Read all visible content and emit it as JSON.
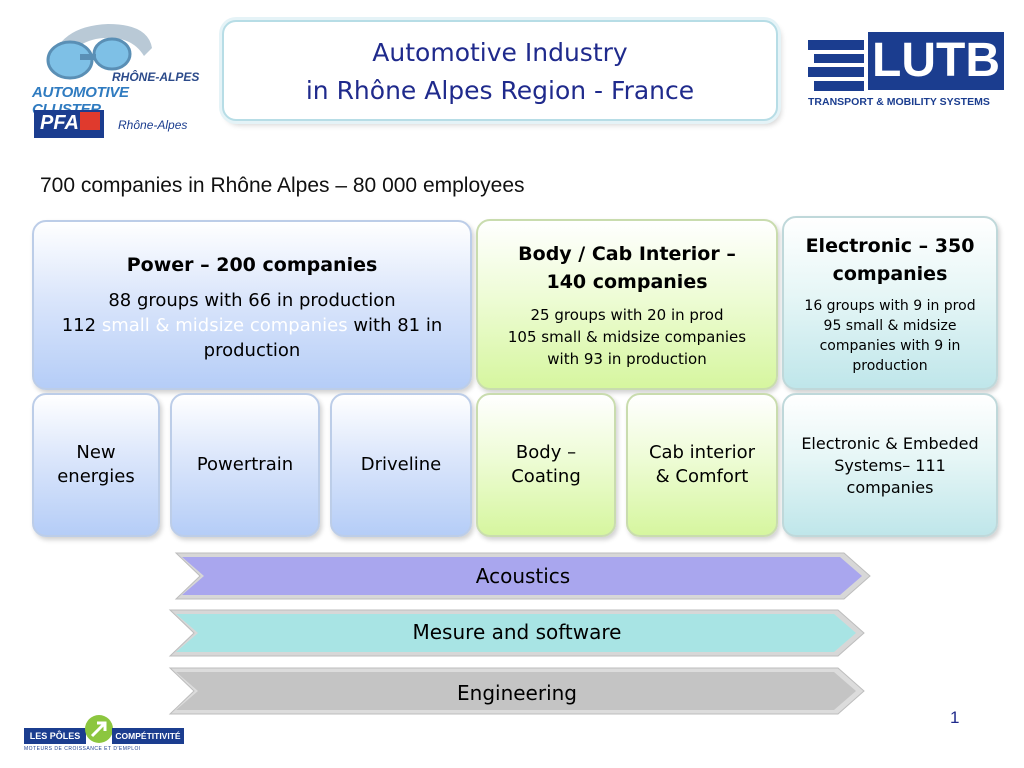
{
  "logos": {
    "left_top_line1": "RHÔNE-ALPES",
    "left_top_line2": "AUTOMOTIVE CLUSTER",
    "pfa": "PFA",
    "pfa_region": "Rhône-Alpes",
    "lutb_name": "LUTB",
    "lutb_tagline": "TRANSPORT & MOBILITY SYSTEMS",
    "poles_left": "LES PÔLES DE",
    "poles_right": "COMPÉTITIVITÉ",
    "poles_tagline": "MOTEURS DE CROISSANCE ET D'EMPLOI"
  },
  "title": {
    "line1": "Automotive Industry",
    "line2": "in Rhône Alpes Region - France"
  },
  "subtitle": "700 companies in Rhône Alpes – 80 000 employees",
  "power": {
    "heading": "Power – 200 companies",
    "line1": "88 groups with 66 in production",
    "line2_prefix": "112 ",
    "line2_highlight": "small & midsize companies",
    "line2_suffix": " with 81 in",
    "line3": "production"
  },
  "body": {
    "heading1": "Body / Cab Interior –",
    "heading2": "140 companies",
    "line1": "25 groups with 20 in prod",
    "line2": "105 small & midsize companies",
    "line3": "with 93 in production"
  },
  "electronic": {
    "heading1": "Electronic – 350",
    "heading2": "companies",
    "line1": "16 groups with 9 in prod",
    "line2": "95 small & midsize",
    "line3": "companies with 9 in",
    "line4": "production"
  },
  "sub": {
    "new_energies_1": "New",
    "new_energies_2": "energies",
    "powertrain": "Powertrain",
    "driveline": "Driveline",
    "body_coating_1": "Body –",
    "body_coating_2": "Coating",
    "cab_1": "Cab interior",
    "cab_2": "& Comfort",
    "elec_1": "Electronic & Embeded",
    "elec_2": "Systems– 111",
    "elec_3": "companies"
  },
  "bands": {
    "acoustics": "Acoustics",
    "mesure": "Mesure and software",
    "engineering": "Engineering"
  },
  "page_number": "1",
  "colors": {
    "title_text": "#1f2a8c",
    "acoustics": "#a9a6ee",
    "mesure": "#a8e4e4",
    "engineering": "#c4c4c4",
    "lutb_blue": "#1b3d8f"
  }
}
